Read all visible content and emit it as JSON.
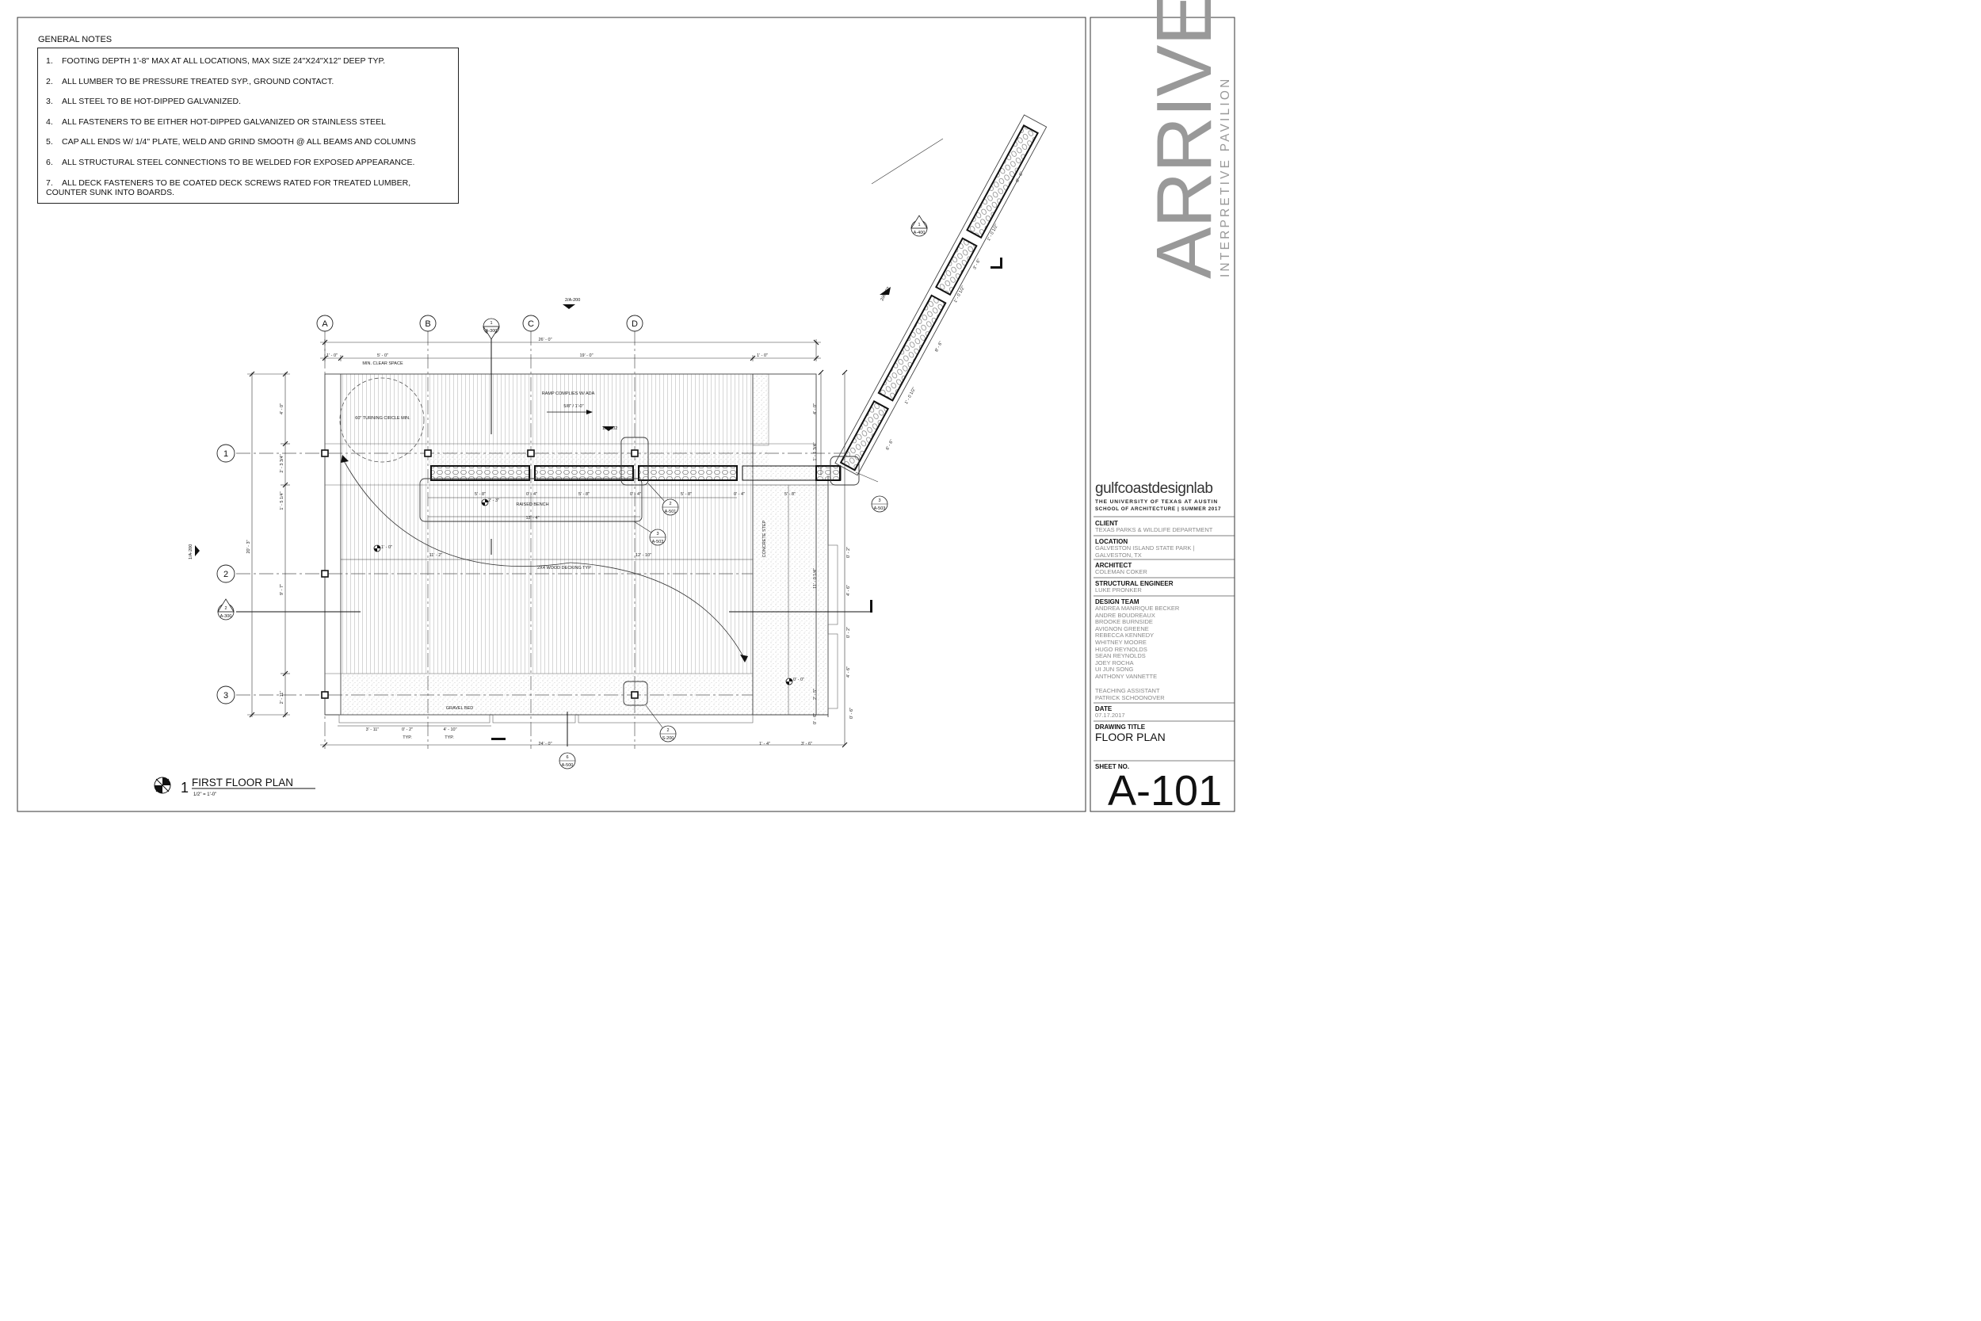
{
  "notes": {
    "title": "GENERAL NOTES",
    "items": [
      {
        "n": "1.",
        "text": "FOOTING DEPTH 1'-8\" MAX AT ALL LOCATIONS, MAX SIZE 24\"X24\"X12\" DEEP TYP."
      },
      {
        "n": "2.",
        "text": "ALL LUMBER TO BE PRESSURE TREATED SYP., GROUND CONTACT."
      },
      {
        "n": "3.",
        "text": "ALL STEEL TO BE HOT-DIPPED GALVANIZED."
      },
      {
        "n": "4.",
        "text": "ALL FASTENERS TO BE EITHER HOT-DIPPED GALVANIZED OR STAINLESS STEEL"
      },
      {
        "n": "5.",
        "text": "CAP ALL ENDS W/ 1/4\" PLATE, WELD AND GRIND SMOOTH @ ALL BEAMS AND COLUMNS"
      },
      {
        "n": "6.",
        "text": "ALL STRUCTURAL STEEL CONNECTIONS TO BE WELDED FOR EXPOSED APPEARANCE."
      },
      {
        "n": "7.",
        "text": "ALL DECK FASTENERS TO BE COATED DECK SCREWS RATED FOR TREATED LUMBER,",
        "text2": "COUNTER SUNK INTO BOARDS."
      }
    ]
  },
  "project": {
    "name": "ARRIVE",
    "subtitle": "INTERPRETIVE PAVILION"
  },
  "firm": {
    "logo": "gulfcoastdesignlab",
    "line1": "THE UNIVERSITY OF TEXAS AT AUSTIN",
    "line2": "SCHOOL OF ARCHITECTURE | SUMMER 2017"
  },
  "titleblock": {
    "client_label": "CLIENT",
    "client": "TEXAS PARKS & WILDLIFE DEPARTMENT",
    "location_label": "LOCATION",
    "location1": "GALVESTON ISLAND STATE PARK |",
    "location2": "GALVESTON, TX",
    "architect_label": "ARCHITECT",
    "architect": "COLEMAN COKER",
    "engineer_label": "STRUCTURAL ENGINEER",
    "engineer": "LUKE PRONKER",
    "team_label": "DESIGN TEAM",
    "team": [
      "ANDREA MANRIQUE BECKER",
      "ANDRE BOUDREAUX",
      "BROOKE BURNSIDE",
      "AVIGNON GREENE",
      "REBECCA KENNEDY",
      "WHITNEY MOORE",
      "HUGO REYNOLDS",
      "SEAN REYNOLDS",
      "JOEY ROCHA",
      "UI JUN SONG",
      "ANTHONY VANNETTE"
    ],
    "ta_label": "TEACHING ASSISTANT",
    "ta": "PATRICK SCHOONOVER",
    "date_label": "DATE",
    "date": "07.17.2017",
    "drawing_title_label": "DRAWING TITLE",
    "drawing_title": "FLOOR PLAN",
    "sheet_label": "SHEET NO.",
    "sheet": "A-101"
  },
  "plan": {
    "title_num": "1",
    "title": "FIRST FLOOR PLAN",
    "scale": "1/2\" = 1'-0\"",
    "grid_letters": [
      "A",
      "B",
      "C",
      "D"
    ],
    "grid_numbers": [
      "1",
      "2",
      "3"
    ],
    "labels": {
      "min_clear": "MIN. CLEAR SPACE",
      "turning_circle": "60\" TURNING CIRCLE MIN.",
      "ramp": "RAMP COMPLIES W/ ADA",
      "ramp_slope": "5/8\" / 1'-0\"",
      "raised_bench": "RAISED BENCH",
      "decking": "2X4 WOOD DECKING TYP",
      "concrete_step": "CONCRETE STEP",
      "gravel_bed": "GRAVEL BED",
      "typ": "TYP."
    },
    "dims_top": {
      "overall": "26' - 0\"",
      "a": "1' - 0\"",
      "b": "5' - 0\"",
      "c": "19' - 0\"",
      "d": "1' - 0\""
    },
    "dims_left": {
      "overall": "20' - 3\"",
      "a": "4' - 0\"",
      "b": "2' - 3 3/4\"",
      "c": "1' - 5 1/4\"",
      "d": "9' - 7\"",
      "e": "2' - 11\""
    },
    "dims_bench": {
      "a": "5' - 8\"",
      "b": "0' - 4\"",
      "c": "5' - 8\"",
      "d": "0' - 4\"",
      "e": "5' - 8\"",
      "f": "0' - 4\"",
      "g": "5' - 8\"",
      "h": "2' - 3\"",
      "i": "12' - 4\""
    },
    "dims_mid": {
      "a": "11' - 2\"",
      "b": "12' - 10\"",
      "elev1": "1' - 0\"",
      "elev2": "0' - 0\""
    },
    "dims_bottom": {
      "a": "3' - 11\"",
      "b": "0' - 2\"",
      "c": "4' - 10\"",
      "d": "24' - 0\"",
      "e": "1' - 4\"",
      "f": "3' - 6\""
    },
    "dims_right": {
      "a": "4' - 0\"",
      "b": "1' - 1 3/4\"",
      "c": "0' - 2\"",
      "d": "11' - 0 1/4\"",
      "e": "4' - 6\"",
      "f": "0' - 2\"",
      "g": "4' - 6\"",
      "h": "2' - 5\"",
      "i": "0' - 6\"",
      "j": "0' - 6\""
    },
    "dims_diag": {
      "a": "6' - 6\"",
      "b": "1' - 0 1/2\"",
      "c": "8' - 6\"",
      "d": "1' - 0 1/2\"",
      "e": "3' - 6\"",
      "f": "1' - 0 1/2\"",
      "g": "8' - 6\""
    },
    "tags": {
      "t1": {
        "num": "1",
        "ref": "A-300"
      },
      "t2": {
        "num": "2",
        "ref": "A-300"
      },
      "t3": {
        "num": "1",
        "ref": "A-400"
      },
      "t4": {
        "num": "2",
        "ref": "A-501"
      },
      "t5": {
        "num": "3",
        "ref": "A-503"
      },
      "t6": {
        "num": "2",
        "ref": "S-200"
      },
      "t7": {
        "num": "6",
        "ref": "A-500"
      },
      "t8": {
        "num": "3",
        "ref": "A-503"
      },
      "s1": "2/A-200",
      "s2": "1/A-502",
      "s3": "1/A-200",
      "s4": "2/A-502"
    }
  }
}
